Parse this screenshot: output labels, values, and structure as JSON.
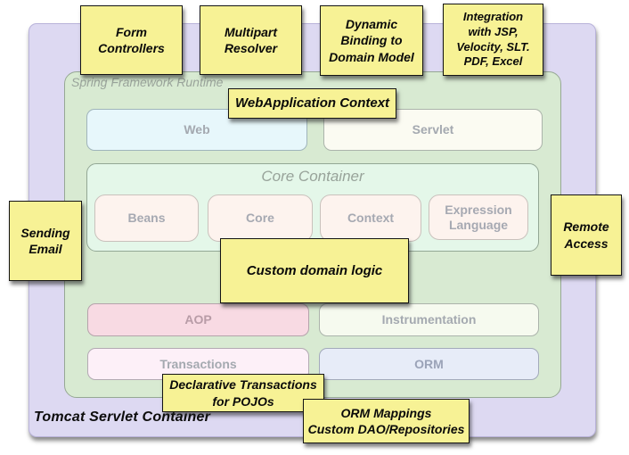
{
  "containers": {
    "tomcat": {
      "label": "Tomcat Servlet Container"
    },
    "spring_runtime": {
      "label": "Spring Framework Runtime"
    }
  },
  "layers": {
    "web": {
      "label": "Web"
    },
    "servlet": {
      "label": "Servlet"
    },
    "core_container": {
      "label": "Core Container",
      "modules": [
        {
          "label": "Beans"
        },
        {
          "label": "Core"
        },
        {
          "label": "Context"
        },
        {
          "label": "Expression Language"
        }
      ]
    },
    "aop": {
      "label": "AOP"
    },
    "instrumentation": {
      "label": "Instrumentation"
    },
    "transactions": {
      "label": "Transactions"
    },
    "orm": {
      "label": "ORM"
    }
  },
  "notes": [
    {
      "id": "form-controllers",
      "lines": [
        "Form",
        "Controllers"
      ]
    },
    {
      "id": "multipart-resolver",
      "lines": [
        "Multipart",
        "Resolver"
      ]
    },
    {
      "id": "dynamic-binding",
      "lines": [
        "Dynamic",
        "Binding to",
        "Domain Model"
      ]
    },
    {
      "id": "integration-views",
      "lines": [
        "Integration",
        "with JSP,",
        "Velocity, SLT.",
        "PDF, Excel"
      ]
    },
    {
      "id": "webapplication-context",
      "lines": [
        "WebApplication Context"
      ]
    },
    {
      "id": "sending-email",
      "lines": [
        "Sending",
        "Email"
      ]
    },
    {
      "id": "remote-access",
      "lines": [
        "Remote",
        "Access"
      ]
    },
    {
      "id": "custom-domain-logic",
      "lines": [
        "Custom domain logic"
      ]
    },
    {
      "id": "declarative-transactions",
      "lines": [
        "Declarative Transactions",
        "for POJOs"
      ]
    },
    {
      "id": "orm-mappings",
      "lines": [
        "ORM Mappings",
        "Custom DAO/Repositories"
      ]
    }
  ],
  "colors": {
    "note_fill": "#F7F295",
    "tomcat_fill": "#DDD9F2",
    "runtime_fill": "#D8EAD2",
    "core_container_fill": "#E4F7E9",
    "web_fill": "#E7F7FB",
    "servlet_fill": "#FBFBF2",
    "module_fill": "#FDF3EE",
    "aop_fill": "#F8DAE3",
    "instrumentation_fill": "#F6FAEF",
    "transactions_fill": "#FDF0F8",
    "orm_fill": "#E7ECF8",
    "muted_label": "#A4A9B0"
  }
}
